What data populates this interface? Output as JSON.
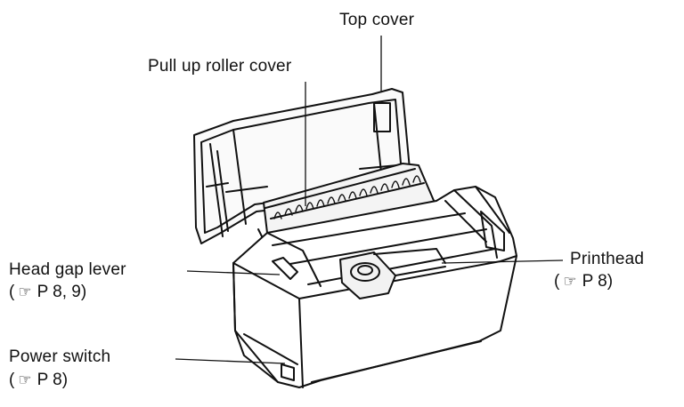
{
  "labels": {
    "top_cover": "Top cover",
    "pull_up_roller_cover": "Pull up roller cover",
    "head_gap_lever": "Head gap lever",
    "head_gap_lever_ref": "P  8, 9",
    "printhead": "Printhead",
    "printhead_ref": "P  8",
    "power_switch": "Power switch",
    "power_switch_ref": "P  8)"
  },
  "icons": {
    "reference": "pointing-hand-icon"
  }
}
